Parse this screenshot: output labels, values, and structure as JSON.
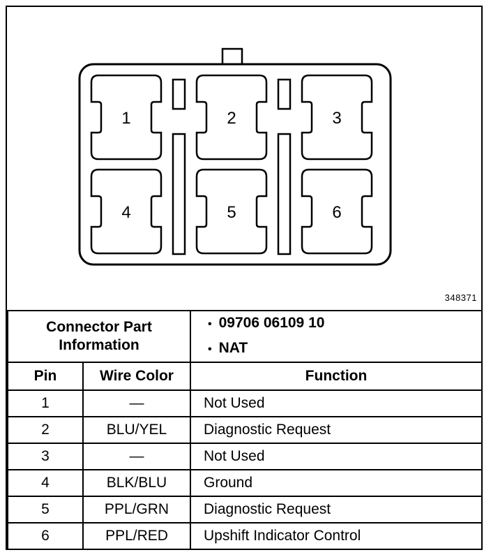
{
  "diagram": {
    "id_label": "348371",
    "pins": [
      {
        "number": "1"
      },
      {
        "number": "2"
      },
      {
        "number": "3"
      },
      {
        "number": "4"
      },
      {
        "number": "5"
      },
      {
        "number": "6"
      }
    ]
  },
  "connector_info": {
    "label_line1": "Connector Part",
    "label_line2": "Information",
    "values": [
      "09706 06109 10",
      "NAT"
    ]
  },
  "table": {
    "headers": {
      "pin": "Pin",
      "wire_color": "Wire Color",
      "function": "Function"
    },
    "rows": [
      {
        "pin": "1",
        "wire_color": "—",
        "function": "Not Used"
      },
      {
        "pin": "2",
        "wire_color": "BLU/YEL",
        "function": "Diagnostic Request"
      },
      {
        "pin": "3",
        "wire_color": "—",
        "function": "Not Used"
      },
      {
        "pin": "4",
        "wire_color": "BLK/BLU",
        "function": "Ground"
      },
      {
        "pin": "5",
        "wire_color": "PPL/GRN",
        "function": "Diagnostic Request"
      },
      {
        "pin": "6",
        "wire_color": "PPL/RED",
        "function": "Upshift Indicator Control"
      }
    ]
  }
}
